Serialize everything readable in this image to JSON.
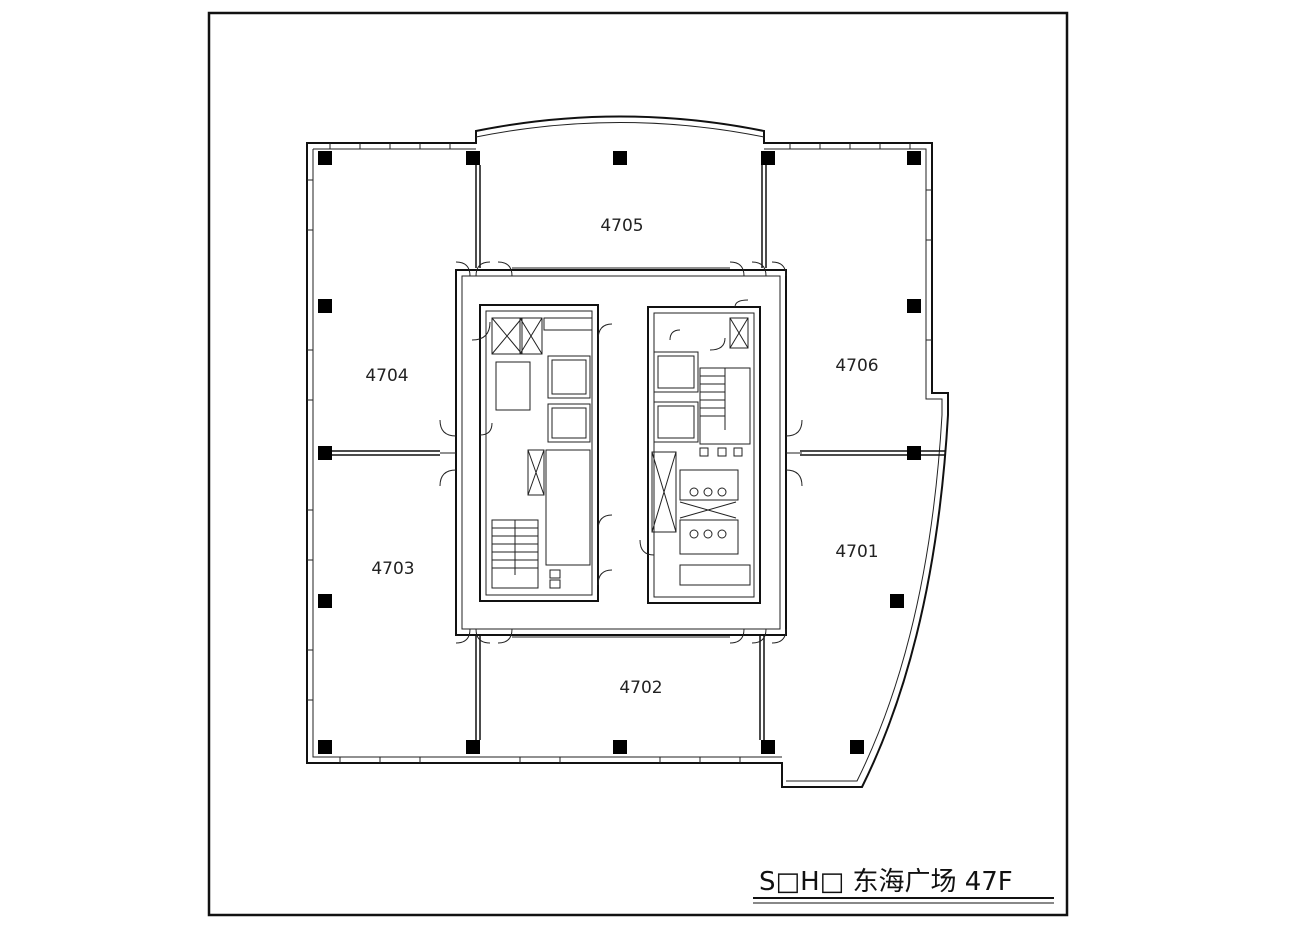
{
  "title": "S□H□ 东海广场 47F",
  "rooms": [
    {
      "id": "4701",
      "label": "4701"
    },
    {
      "id": "4702",
      "label": "4702"
    },
    {
      "id": "4703",
      "label": "4703"
    },
    {
      "id": "4704",
      "label": "4704"
    },
    {
      "id": "4705",
      "label": "4705"
    },
    {
      "id": "4706",
      "label": "4706"
    }
  ],
  "colors": {
    "line": "#111111",
    "column": "#000000",
    "background": "#ffffff"
  }
}
